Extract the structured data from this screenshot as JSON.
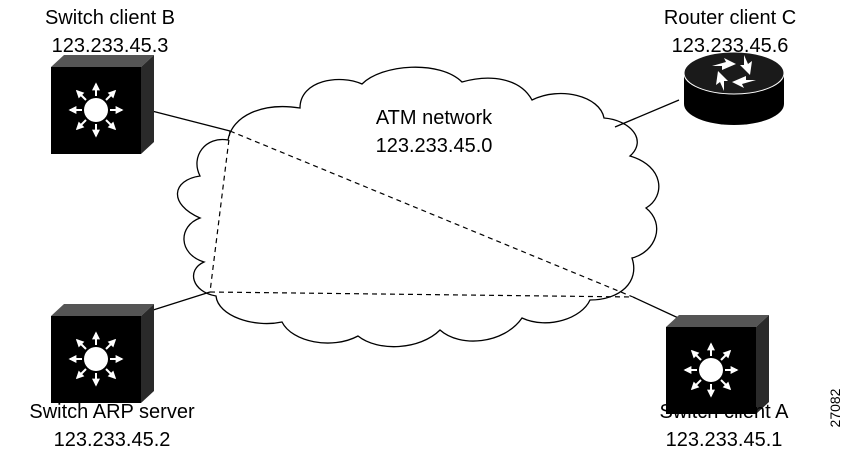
{
  "network": {
    "name": "ATM network",
    "address": "123.233.45.0"
  },
  "nodes": {
    "switch_b": {
      "name": "Switch client B",
      "address": "123.233.45.3",
      "icon": "atm-switch-icon"
    },
    "router_c": {
      "name": "Router client C",
      "address": "123.233.45.6",
      "icon": "router-icon"
    },
    "arp_server": {
      "name": "Switch ARP server",
      "address": "123.233.45.2",
      "icon": "atm-switch-icon"
    },
    "switch_a": {
      "name": "Switch client A",
      "address": "123.233.45.1",
      "icon": "atm-switch-icon"
    }
  },
  "figure_id": "27082"
}
